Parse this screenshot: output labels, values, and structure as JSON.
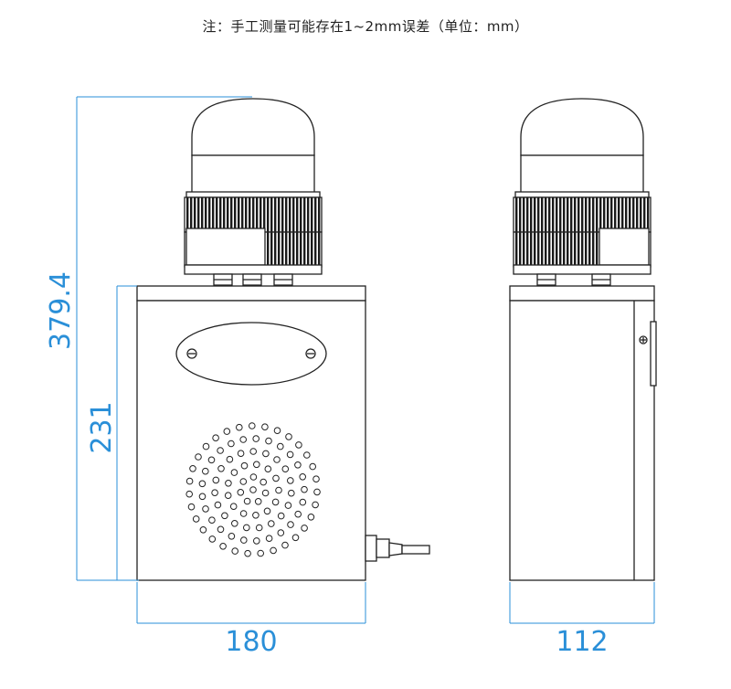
{
  "note": "注：手工测量可能存在1~2mm误差（单位：mm）",
  "dimensions": {
    "total_height": "379.4",
    "box_height": "231",
    "front_width": "180",
    "side_width": "112"
  },
  "colors": {
    "dimension": "#2a8fd8",
    "outline": "#222222",
    "box_fill": "#ffffff"
  }
}
